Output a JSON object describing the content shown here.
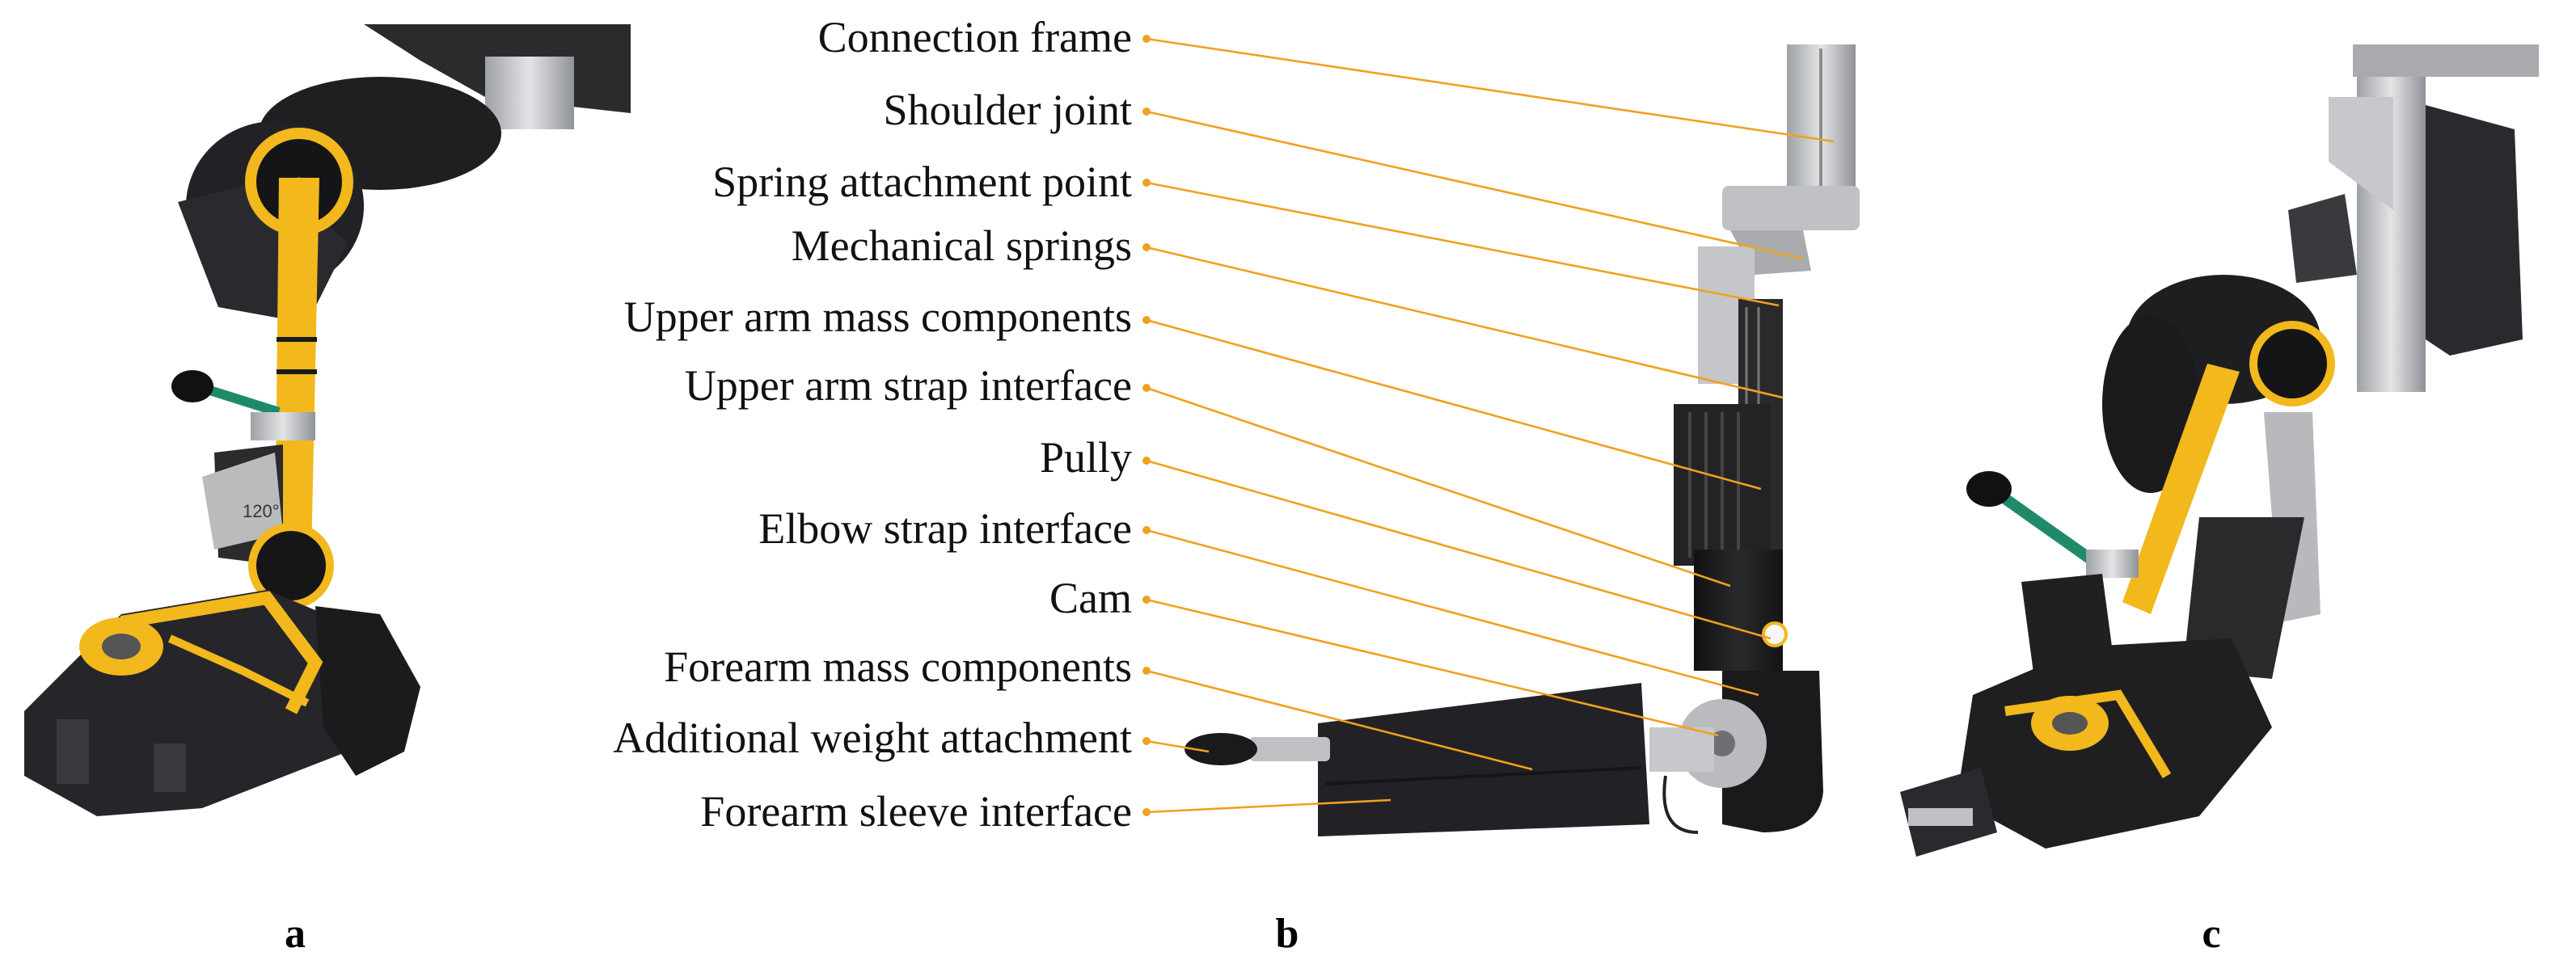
{
  "panel_letters": [
    "a",
    "b",
    "c"
  ],
  "callouts": [
    {
      "label": "Connection frame"
    },
    {
      "label": "Shoulder joint"
    },
    {
      "label": "Spring attachment point"
    },
    {
      "label": "Mechanical springs"
    },
    {
      "label": "Upper arm mass components"
    },
    {
      "label": "Upper arm strap interface"
    },
    {
      "label": "Pully"
    },
    {
      "label": "Elbow strap interface"
    },
    {
      "label": "Cam"
    },
    {
      "label": "Forearm mass components"
    },
    {
      "label": "Additional weight attachment"
    },
    {
      "label": "Forearm sleeve interface"
    }
  ],
  "inset_text": {
    "angle_marking": "120°"
  },
  "colors": {
    "leader_line": "#f0a020",
    "frame_yellow": "#f2b81c",
    "device_black": "#1d1d1f",
    "aluminum": "#c9cbce",
    "handle_green": "#1f8a6a"
  }
}
